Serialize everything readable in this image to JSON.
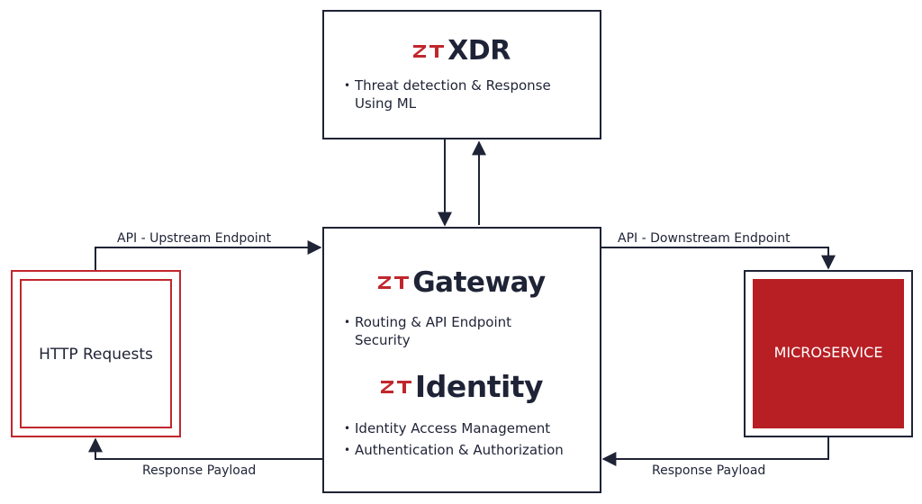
{
  "xdr": {
    "brand_mark": "ZT",
    "brand_name": "XDR",
    "bullets": [
      "Threat detection & Response Using ML"
    ]
  },
  "gateway": {
    "brand_mark": "ZT",
    "brand_name": "Gateway",
    "bullets": [
      "Routing & API Endpoint Security"
    ]
  },
  "identity": {
    "brand_mark": "ZT",
    "brand_name": "Identity",
    "bullets": [
      "Identity Access Management",
      "Authentication & Authorization"
    ]
  },
  "http_requests": {
    "label": "HTTP Requests"
  },
  "microservice": {
    "label": "MICROSERVICE"
  },
  "edges": {
    "upstream": "API - Upstream Endpoint",
    "downstream": "API - Downstream Endpoint",
    "response_left": "Response Payload",
    "response_right": "Response Payload"
  },
  "colors": {
    "accent_red": "#c0272d",
    "ink": "#1f2336"
  }
}
